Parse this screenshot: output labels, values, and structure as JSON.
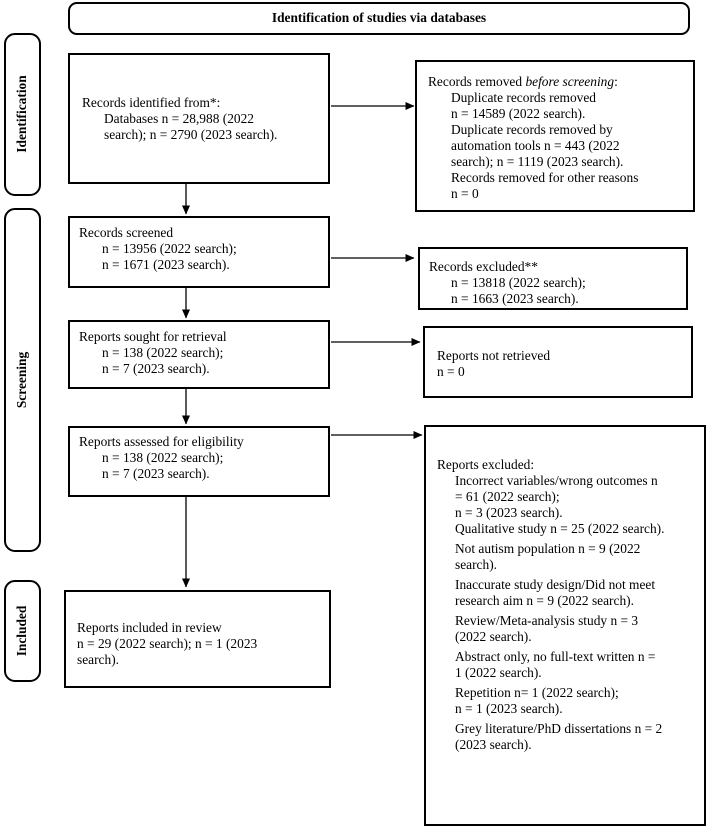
{
  "title": "Identification of studies via databases",
  "phases": {
    "identification": "Identification",
    "screening": "Screening",
    "included": "Included"
  },
  "records_identified": {
    "l1": "Records identified from*:",
    "l2": "Databases n = 28,988 (2022",
    "l3": "search); n = 2790 (2023 search)."
  },
  "records_removed": {
    "l1_prefix": "Records removed ",
    "l1_em": "before screening",
    "l1_suffix": ":",
    "l2": "Duplicate records removed",
    "l3": "n = 14589 (2022 search).",
    "l4": "Duplicate records removed by",
    "l5": "automation tools n = 443 (2022",
    "l6": "search); n = 1119 (2023 search).",
    "l7": "Records removed for other reasons",
    "l8": "n = 0"
  },
  "records_screened": {
    "l1": "Records screened",
    "l2": "n = 13956 (2022 search);",
    "l3": "n = 1671 (2023 search)."
  },
  "records_excluded": {
    "l1": "Records excluded**",
    "l2": "n = 13818 (2022 search);",
    "l3": "n = 1663 (2023 search)."
  },
  "reports_sought": {
    "l1": "Reports sought for retrieval",
    "l2": "n = 138 (2022 search);",
    "l3": "n = 7 (2023 search)."
  },
  "reports_not_retrieved": {
    "l1": "Reports not retrieved",
    "l2": "n = 0"
  },
  "reports_assessed": {
    "l1": "Reports assessed for eligibility",
    "l2": "n = 138 (2022 search);",
    "l3": "n = 7 (2023 search)."
  },
  "reports_excluded": {
    "l1": "Reports excluded:",
    "l2": "Incorrect variables/wrong outcomes n",
    "l3": "= 61 (2022 search);",
    "l4": "n = 3 (2023 search).",
    "l5": "Qualitative study n = 25 (2022 search).",
    "l6": "Not autism population n = 9 (2022",
    "l7": "search).",
    "l8": "Inaccurate study design/Did not meet",
    "l9": "research aim n = 9 (2022 search).",
    "l10": "Review/Meta-analysis study n = 3",
    "l11": "(2022 search).",
    "l12": "Abstract only, no full-text written n =",
    "l13": "1 (2022 search).",
    "l14": "Repetition n= 1 (2022 search);",
    "l15": "n = 1 (2023 search).",
    "l16": "Grey literature/PhD dissertations n = 2",
    "l17": "(2023 search)."
  },
  "reports_included": {
    "l1": "Reports included in review",
    "l2": "n = 29 (2022 search); n = 1 (2023",
    "l3": "search)."
  }
}
